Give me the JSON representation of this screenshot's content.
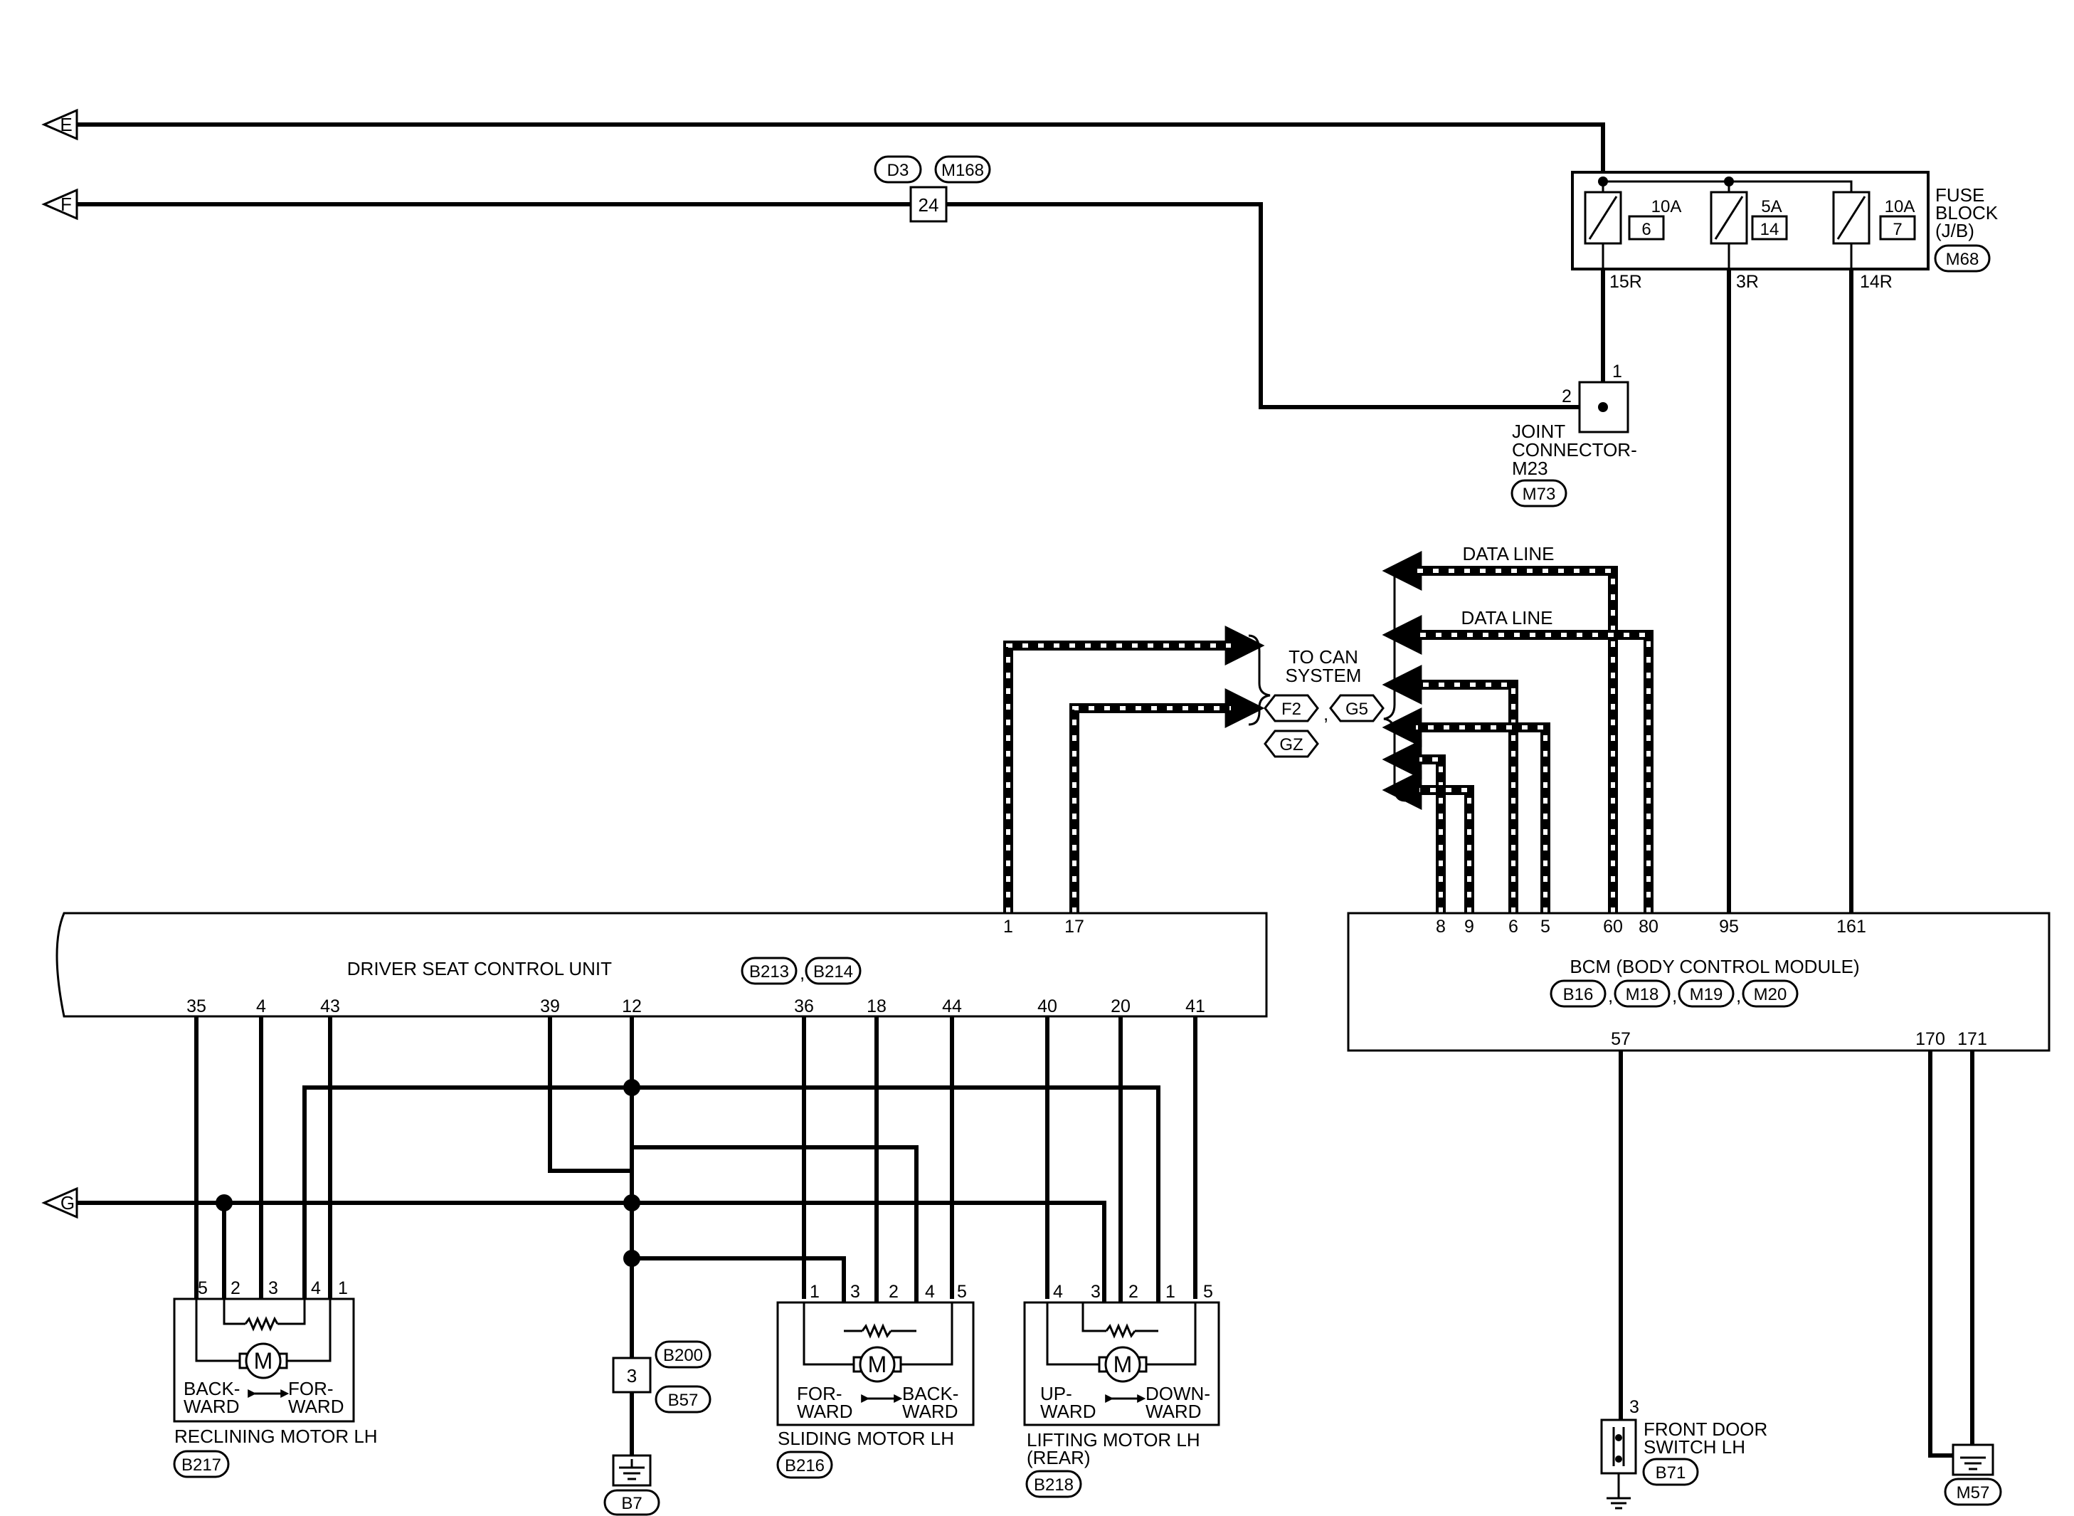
{
  "connectors_off": {
    "e": "E",
    "f": "F",
    "g": "G"
  },
  "inline_connector": {
    "tag1": "D3",
    "tag2": "M168",
    "pin": "24"
  },
  "fuse_block": {
    "title1": "FUSE",
    "title2": "BLOCK",
    "title3": "(J/B)",
    "tag": "M68",
    "fuses": [
      {
        "rating": "10A",
        "number": "6",
        "pin": "15R"
      },
      {
        "rating": "5A",
        "number": "14",
        "pin": "3R"
      },
      {
        "rating": "10A",
        "number": "7",
        "pin": "14R"
      }
    ]
  },
  "joint_connector": {
    "line1": "JOINT",
    "line2": "CONNECTOR-",
    "line3": "M23",
    "tag": "M73",
    "pin1": "1",
    "pin2": "2"
  },
  "can": {
    "data_line_1": "DATA LINE",
    "data_line_2": "DATA LINE",
    "to_can_1": "TO CAN",
    "to_can_2": "SYSTEM",
    "tag1": "F2",
    "tag2": "G5",
    "tag3": "GZ",
    "comma": ","
  },
  "dscu": {
    "label": "DRIVER SEAT CONTROL UNIT",
    "tag1": "B213",
    "tag2": "B214",
    "comma": ",",
    "top_pins": [
      "1",
      "17"
    ],
    "bottom_pins": [
      "35",
      "4",
      "43",
      "39",
      "12",
      "36",
      "18",
      "44",
      "40",
      "20",
      "41"
    ]
  },
  "bcm": {
    "label": "BCM (BODY CONTROL MODULE)",
    "tags": [
      "B16",
      "M18",
      "M19",
      "M20"
    ],
    "comma": ",",
    "top_pins": [
      "8",
      "9",
      "6",
      "5",
      "60",
      "80",
      "95",
      "161"
    ],
    "bottom_pins": [
      "57",
      "170",
      "171"
    ]
  },
  "reclining_motor": {
    "label": "RECLINING MOTOR LH",
    "tag": "B217",
    "left": [
      "BACK-",
      "WARD"
    ],
    "right": [
      "FOR-",
      "WARD"
    ],
    "pins": [
      "5",
      "2",
      "3",
      "4",
      "1"
    ],
    "motor": "M"
  },
  "sliding_motor": {
    "label": "SLIDING MOTOR LH",
    "tag": "B216",
    "left": [
      "FOR-",
      "WARD"
    ],
    "right": [
      "BACK-",
      "WARD"
    ],
    "pins": [
      "1",
      "3",
      "2",
      "4",
      "5"
    ],
    "motor": "M"
  },
  "lifting_motor": {
    "label1": "LIFTING MOTOR LH",
    "label2": "(REAR)",
    "tag": "B218",
    "left": [
      "UP-",
      "WARD"
    ],
    "right": [
      "DOWN-",
      "WARD"
    ],
    "pins": [
      "4",
      "3",
      "2",
      "1",
      "5"
    ],
    "motor": "M"
  },
  "ground_connector": {
    "pin": "3",
    "tag1": "B200",
    "tag2": "B57",
    "tag3": "B7"
  },
  "door_switch": {
    "line1": "FRONT DOOR",
    "line2": "SWITCH LH",
    "pin": "3",
    "tag": "B71"
  },
  "ground_m57": {
    "tag": "M57"
  }
}
